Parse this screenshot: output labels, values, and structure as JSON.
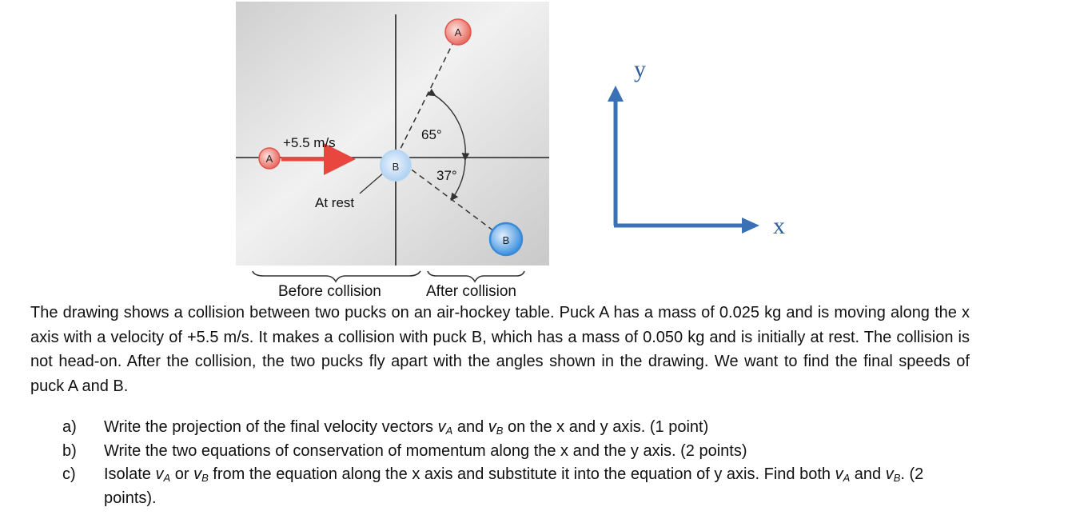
{
  "figure": {
    "velocity_label": "+5.5 m/s",
    "rest_label": "At rest",
    "angle_a": "65°",
    "angle_b": "37°",
    "before_caption": "Before collision",
    "after_caption": "After collision",
    "puck_a": "A",
    "puck_b": "B"
  },
  "axes": {
    "y_label": "y",
    "x_label": "x"
  },
  "problem": {
    "text": "The drawing shows a collision between two pucks on an air-hockey table. Puck A has a mass of 0.025 kg and is moving along the x axis with a velocity of +5.5 m/s. It makes a collision with puck B, which has a mass of 0.050 kg and is initially at rest. The collision is not head-on. After the collision, the two pucks fly apart with the angles shown in the drawing. We want to find the final speeds of puck A and B."
  },
  "questions": {
    "a": {
      "letter": "a)",
      "t1": "Write the projection of the final velocity vectors ",
      "v": "v",
      "sub_a": "A",
      "t2": " and ",
      "sub_b": "B",
      "t3": "on the x and y axis. (1 point)"
    },
    "b": {
      "letter": "b)",
      "t1": "Write the two equations of conservation of momentum along the x and the y axis. (2 points)"
    },
    "c": {
      "letter": "c)",
      "t1": "Isolate ",
      "v": "v",
      "sub_a": "A",
      "t2": " or ",
      "sub_b": "B",
      "t3": "from the equation along the x axis and substitute it into the equation of y axis. Find both ",
      "t4": " and ",
      "t5": ". (2 points)."
    }
  },
  "colors": {
    "axis_blue": "#3a70b5",
    "velocity_arrow": "#e8463e",
    "puck_a": "#e8776e",
    "puck_b": "#5aa6e6"
  }
}
